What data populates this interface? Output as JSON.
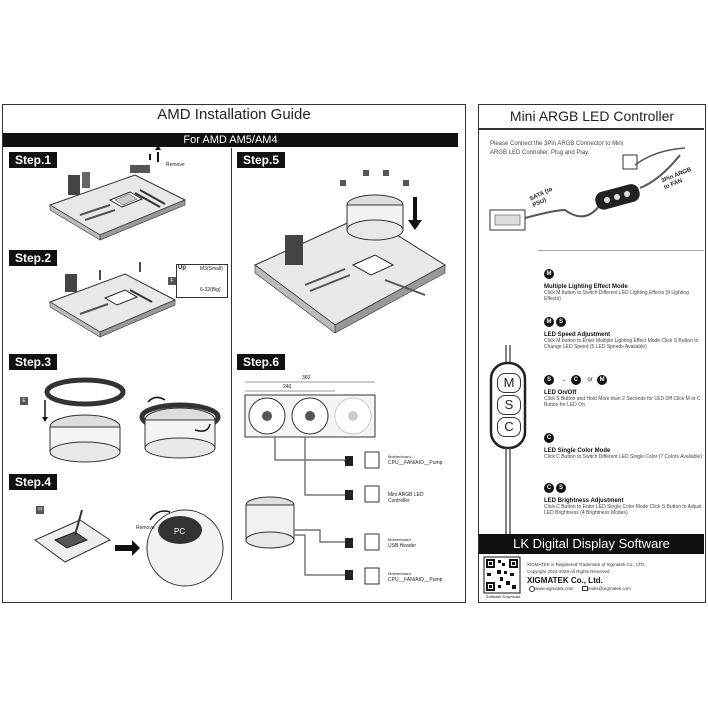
{
  "left": {
    "title": "AMD Installation Guide",
    "subtitle": "For AMD AM5/AM4",
    "steps": {
      "s1": "Step.1",
      "s2": "Step.2",
      "s3": "Step.3",
      "s4": "Step.4",
      "s5": "Step.5",
      "s6": "Step.6"
    },
    "step1_remove": "Remove",
    "step2": {
      "up": "Up",
      "m3": "M3(Small)",
      "f": "F",
      "kg": "6-32(Big)"
    },
    "step3_e": "E",
    "step4": {
      "h": "H",
      "remove": "Remove"
    },
    "step6": {
      "dim360": "360",
      "dim240": "240",
      "lbl_mb": "Motherboard",
      "cpu_fan": "CPU__FAN/AIO__Pump",
      "mini1": "Mini ARGB LED",
      "mini2": "Controller",
      "usb": "USB Header"
    }
  },
  "right": {
    "title": "Mini ARGB LED Controller",
    "intro": "Please Connect the 3Pin ARGB Connector to Mini ARGB LED Controller, Plug and Play.",
    "sata": "SATA (to PSU)",
    "argb": "3Pin ARGB to FAN",
    "buttons": [
      "M",
      "S",
      "C"
    ],
    "features": [
      {
        "badges": [
          "M"
        ],
        "title": "Multiple Lighting Effect Mode",
        "desc": "Click M button to Switch Different LED Lighting Effects (9 Lighting Effects)"
      },
      {
        "badges": [
          "M",
          "S"
        ],
        "title": "LED Speed Adjustment",
        "desc": "Click M button to Enter Multiple Lighting Effect Mode Click S Button to Change LED Speed (5 LED Speeds Available)"
      },
      {
        "badges": [
          "S",
          "C",
          "M"
        ],
        "title": "LED On/Off",
        "desc": "Click S Button and Hold More than 2 Seconds for LED Off Click M or C Button for LED On"
      },
      {
        "badges": [
          "C"
        ],
        "title": "LED Single Color Mode",
        "desc": "Click C Button to Switch Different LED Single Color (7 Colors Available)"
      },
      {
        "badges": [
          "C",
          "S"
        ],
        "title": "LED Brightness Adjustment",
        "desc": "Click C Button to Enter LED Single Color Mode Click S Button to Adjust LED Brightness (4 Brightness Modes)"
      }
    ],
    "software_title": "LK Digital Display Software",
    "trademark": "XIGMATEK is Registered Trademark of Xigmatek Co., LTD.",
    "copyright": "Copyright 2024-2028 All Rights Reserved",
    "company": "XIGMATEK Co., Ltd.",
    "web": "www.xigmatek.com",
    "email": "sales@xigmatek.com",
    "download": "Software Download"
  }
}
